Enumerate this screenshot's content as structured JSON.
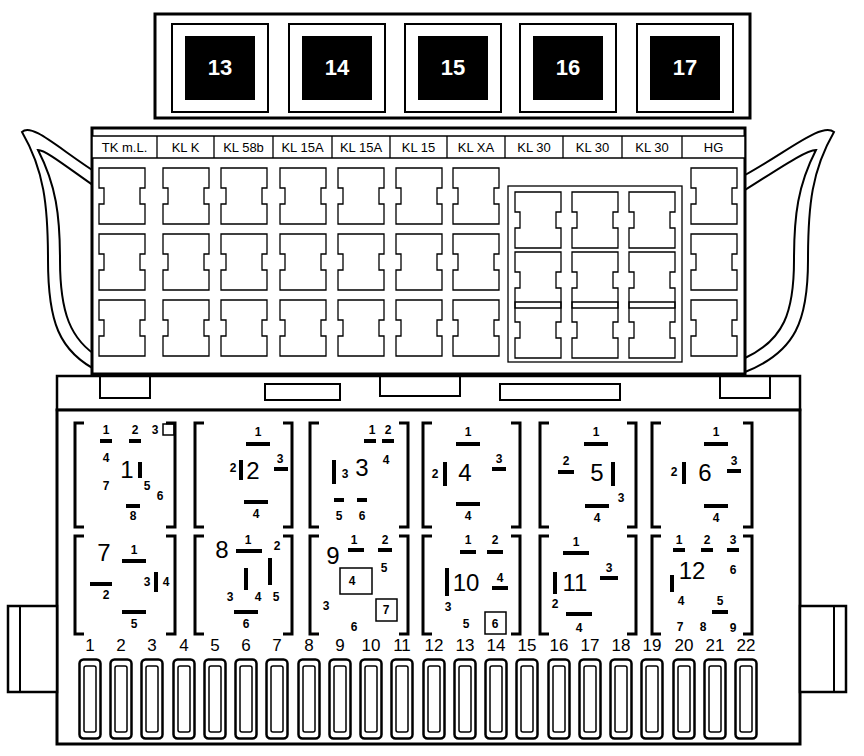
{
  "diagram": {
    "nodes": [
      {
        "text": [
          "13"
        ]
      },
      {
        "text": [
          "14"
        ]
      },
      {
        "text": [
          "15"
        ]
      },
      {
        "text": [
          "16"
        ]
      },
      {
        "text": [
          "17"
        ]
      }
    ],
    "labels": [
      "TK m.L.",
      "KL K",
      "KL 58b",
      "KL 15A",
      "KL 15A",
      "KL 15",
      "KL XA",
      "KL 30",
      "KL 30",
      "KL 30",
      "HG",
      "1",
      "1",
      "2",
      "3",
      "4",
      "5",
      "6",
      "7",
      "8",
      "2",
      "1",
      "2",
      "3",
      "4",
      "3",
      "1",
      "2",
      "3",
      "4",
      "5",
      "6",
      "4",
      "1",
      "2",
      "3",
      "4",
      "5",
      "1",
      "2",
      "3",
      "4",
      "6",
      "1",
      "2",
      "3",
      "4",
      "7",
      "1",
      "2",
      "3",
      "4",
      "5",
      "8",
      "1",
      "2",
      "3",
      "4",
      "5",
      "6",
      "9",
      "1",
      "2",
      "3",
      "4",
      "5",
      "6",
      "7",
      "10",
      "1",
      "2",
      "3",
      "4",
      "5",
      "6",
      "11",
      "1",
      "2",
      "3",
      "4",
      "12",
      "1",
      "2",
      "3",
      "4",
      "5",
      "6",
      "7",
      "8",
      "9",
      "1",
      "2",
      "3",
      "4",
      "5",
      "6",
      "7",
      "8",
      "9",
      "10",
      "11",
      "12",
      "13",
      "14",
      "15",
      "16",
      "17",
      "18",
      "19",
      "20",
      "21",
      "22"
    ]
  }
}
